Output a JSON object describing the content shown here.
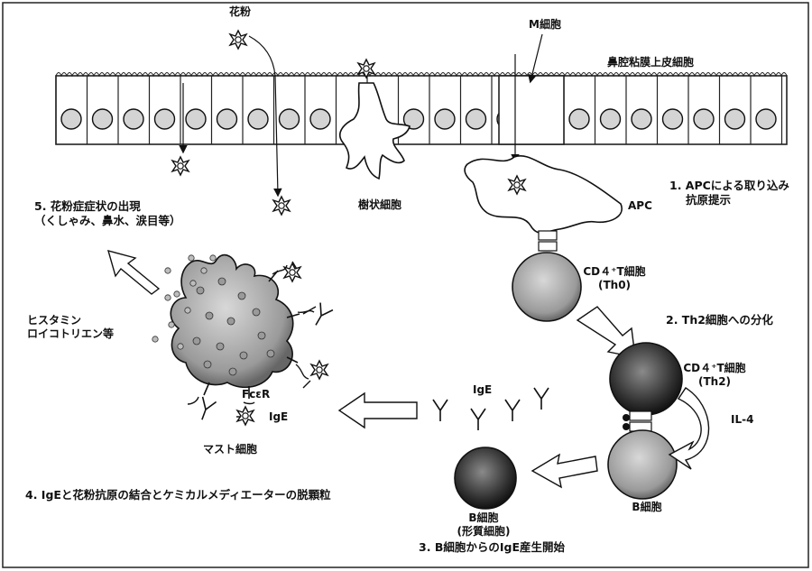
{
  "labels": {
    "pollen": "花粉",
    "m_cell": "M細胞",
    "epithelium": "鼻腔粘膜上皮細胞",
    "dendritic": "樹状細胞",
    "apc": "APC",
    "cd4_th0_line1": "CD４⁺T細胞",
    "cd4_th0_line2": "(Th0)",
    "cd4_th2_line1": "CD４⁺T細胞",
    "cd4_th2_line2": "(Th2)",
    "il4": "IL-4",
    "b_cell": "B細胞",
    "plasma_line1": "B細胞",
    "plasma_line2": "(形質細胞)",
    "ige_top": "IgE",
    "fcer": "FcεR",
    "ige_mast": "IgE",
    "mast": "マスト細胞",
    "mediators_line1": "ヒスタミン",
    "mediators_line2": "ロイコトリエン等"
  },
  "steps": {
    "s1_line1": "1. APCによる取り込み",
    "s1_line2": "抗原提示",
    "s2": "2. Th2細胞への分化",
    "s3": "3. B細胞からのIgE産生開始",
    "s4": "4. IgEと花粉抗原の結合とケミカルメディエーターの脱顆粒",
    "s5_line1": "5. 花粉症症状の出現",
    "s5_line2": "（くしゃみ、鼻水、涙目等）"
  }
}
